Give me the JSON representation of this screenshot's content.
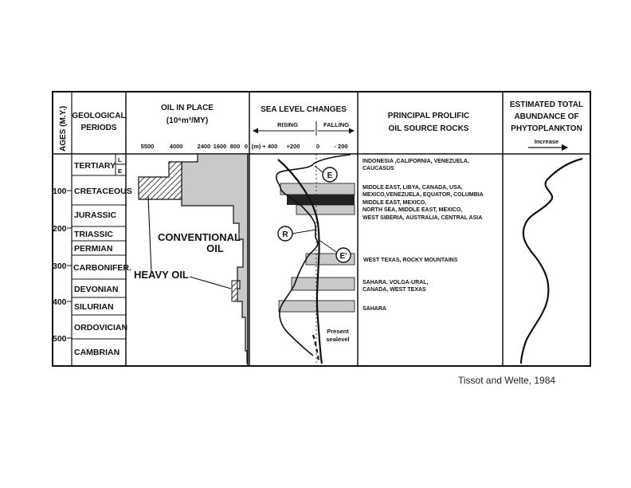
{
  "header": {
    "ages_label": "AGES (M.Y.)",
    "periods_label": [
      "GEOLOGICAL",
      "PERIODS"
    ],
    "oil_title": "OIL IN PLACE",
    "oil_units": "(10⁶m³/MY)",
    "oil_ticks": [
      "5500",
      "4000",
      "2400",
      "1600",
      "800",
      "0"
    ],
    "sea_title": "SEA LEVEL CHANGES",
    "sea_rising": "RISING",
    "sea_falling": "FALLING",
    "sea_ticks": [
      "(m) + 400",
      "+200",
      "0",
      "- 200"
    ],
    "rocks_title": [
      "PRINCIPAL PROLIFIC",
      "OIL SOURCE ROCKS"
    ],
    "phyto_title": [
      "ESTIMATED TOTAL",
      "ABUNDANCE OF",
      "PHYTOPLANKTON"
    ],
    "phyto_increase": "Increase"
  },
  "age_ticks": [
    "100",
    "200",
    "300",
    "400",
    "500"
  ],
  "periods": [
    "TERTIARY",
    "CRETACEOUS",
    "JURASSIC",
    "TRIASSIC",
    "PERMIAN",
    "CARBONIFER.",
    "DEVONIAN",
    "SILURIAN",
    "ORDOVICIAN",
    "CAMBRIAN"
  ],
  "tertiary_sub": [
    "L",
    "E"
  ],
  "annotations": {
    "conventional": [
      "CONVENTIONAL",
      "OIL"
    ],
    "heavy": "HEAVY OIL",
    "present": [
      "Present",
      "sealevel"
    ],
    "markers": [
      "E",
      "R",
      "E'"
    ]
  },
  "source_rocks": [
    {
      "lines": [
        "INDONESIA ,CALIFORNIA, VENEZUELA,",
        "CAUCASUS"
      ]
    },
    {
      "lines": [
        "MIDDLE EAST, LIBYA, CANADA, USA,",
        "MEXICO,VENEZUELA, EQUATOR, COLUMBIA",
        "MIDDLE EAST, MEXICO,",
        "NORTH SEA, MIDDLE EAST, MEXICO,",
        "WEST SIBERIA, AUSTRALIA, CENTRAL ASIA"
      ]
    },
    {
      "lines": [
        "WEST TEXAS, ROCKY MOUNTAINS"
      ]
    },
    {
      "lines": [
        "SAHARA, VOLGA-URAL,",
        "CANADA, WEST TEXAS"
      ]
    },
    {
      "lines": [
        "SAHARA"
      ]
    }
  ],
  "citation": "Tissot and Welte, 1984"
}
